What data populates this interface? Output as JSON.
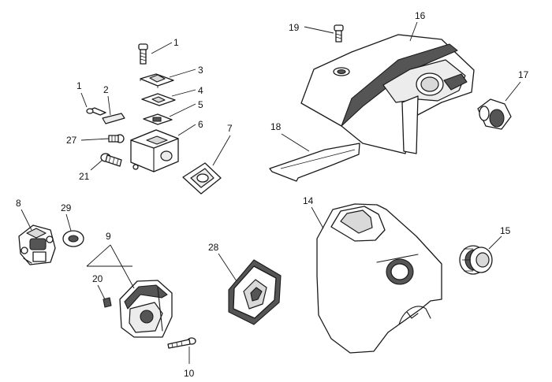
{
  "callouts": [
    {
      "id": "c1a",
      "label": "1"
    },
    {
      "id": "c1b",
      "label": "1"
    },
    {
      "id": "c2",
      "label": "2"
    },
    {
      "id": "c3",
      "label": "3"
    },
    {
      "id": "c4",
      "label": "4"
    },
    {
      "id": "c5",
      "label": "5"
    },
    {
      "id": "c6",
      "label": "6"
    },
    {
      "id": "c7",
      "label": "7"
    },
    {
      "id": "c8",
      "label": "8"
    },
    {
      "id": "c9",
      "label": "9"
    },
    {
      "id": "c10",
      "label": "10"
    },
    {
      "id": "c14",
      "label": "14"
    },
    {
      "id": "c15",
      "label": "15"
    },
    {
      "id": "c16",
      "label": "16"
    },
    {
      "id": "c17",
      "label": "17"
    },
    {
      "id": "c18",
      "label": "18"
    },
    {
      "id": "c19",
      "label": "19"
    },
    {
      "id": "c20",
      "label": "20"
    },
    {
      "id": "c21",
      "label": "21"
    },
    {
      "id": "c27",
      "label": "27"
    },
    {
      "id": "c28",
      "label": "28"
    },
    {
      "id": "c29",
      "label": "29"
    }
  ]
}
